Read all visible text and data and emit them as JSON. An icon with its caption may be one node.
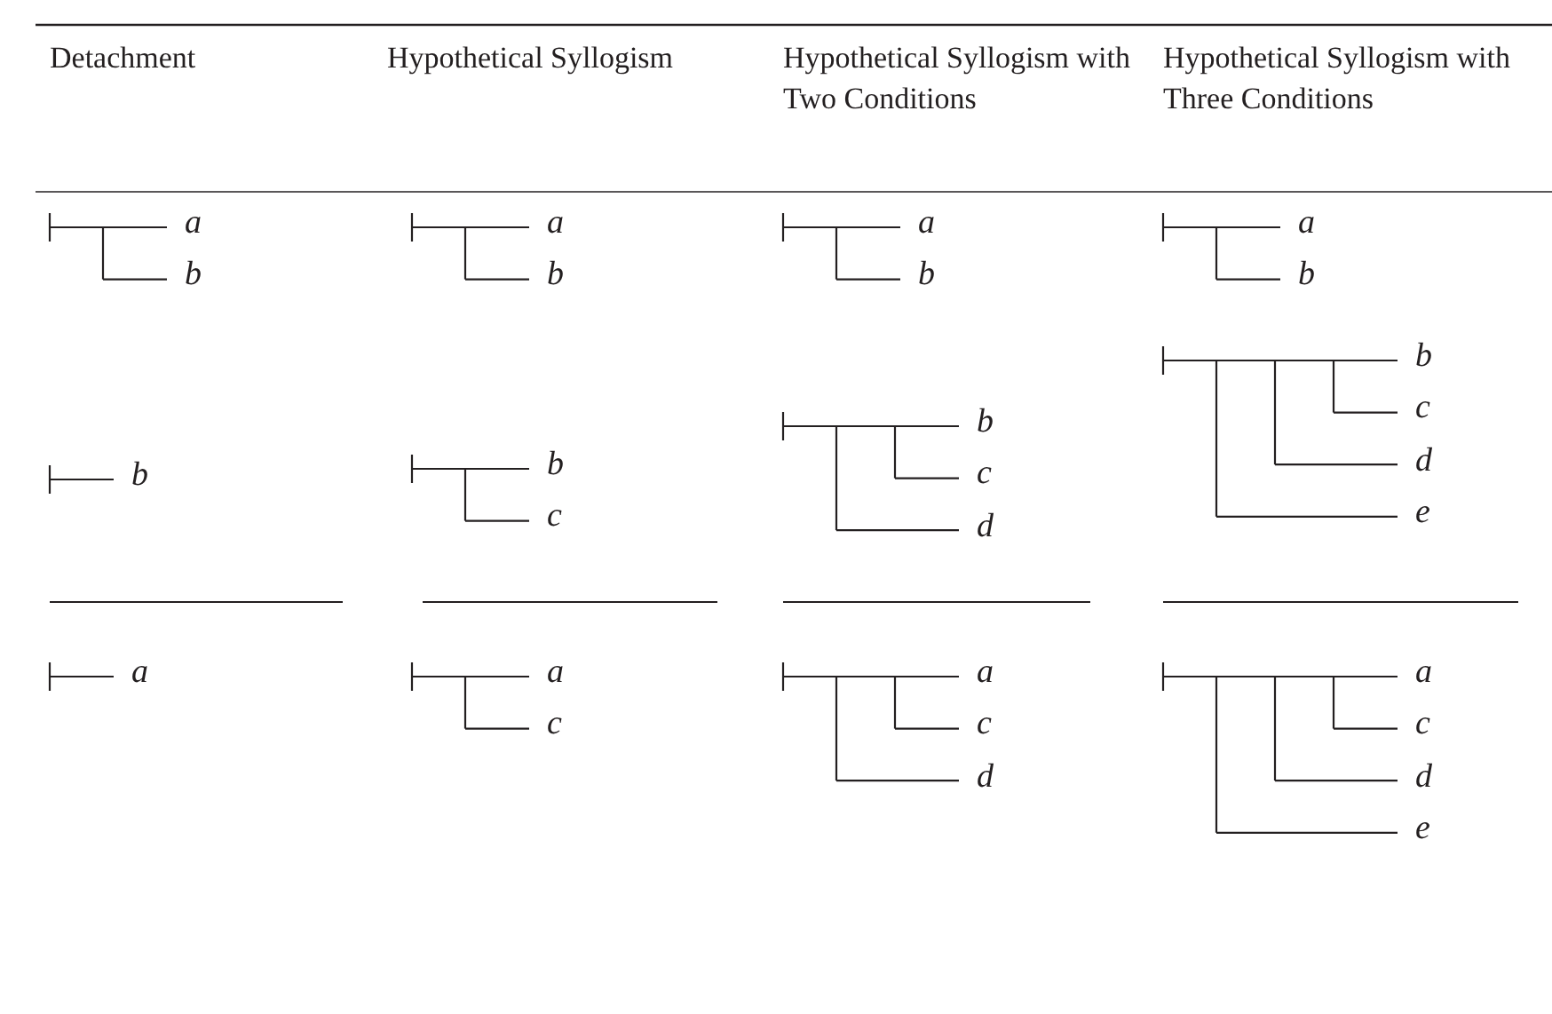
{
  "diagram": {
    "labels": [
      "Detachment",
      "Hypothetical Syllogism",
      "Hypothetical Syllogism with Two Conditions",
      "Hypothetical Syllogism with Three Conditions",
      "a",
      "b",
      "a",
      "b",
      "a",
      "b",
      "a",
      "b",
      "b",
      "b",
      "c",
      "b",
      "c",
      "d",
      "b",
      "c",
      "d",
      "e",
      "a",
      "a",
      "c",
      "a",
      "c",
      "d",
      "a",
      "c",
      "d",
      "e"
    ]
  }
}
